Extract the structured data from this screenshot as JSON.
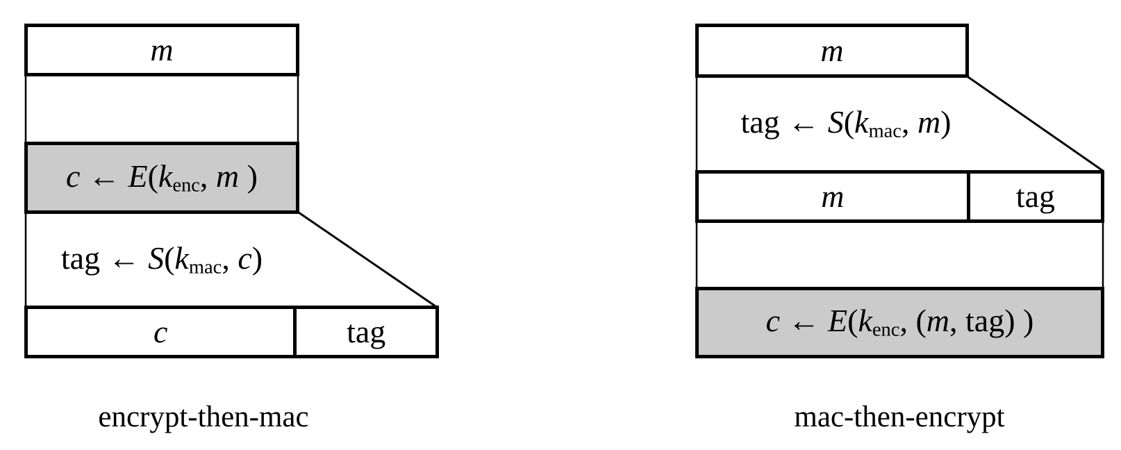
{
  "colors": {
    "shaded-fill": "#cbcbcb",
    "line-color": "#000000",
    "background": "#ffffff",
    "text-color": "#000000"
  },
  "etm": {
    "caption": "encrypt-then-mac",
    "message_label": [
      {
        "t": "m",
        "i": true
      }
    ],
    "encrypt_formula": [
      {
        "t": "c",
        "i": true
      },
      {
        "t": " ← "
      },
      {
        "t": "E",
        "i": true
      },
      {
        "t": "("
      },
      {
        "t": "k",
        "i": true
      },
      {
        "t": "enc",
        "sub": true
      },
      {
        "t": ", "
      },
      {
        "t": "m",
        "i": true
      },
      {
        "t": " )"
      }
    ],
    "mac_formula": [
      {
        "t": "tag ← "
      },
      {
        "t": "S",
        "i": true
      },
      {
        "t": "("
      },
      {
        "t": "k",
        "i": true
      },
      {
        "t": "mac",
        "sub": true
      },
      {
        "t": ", "
      },
      {
        "t": "c",
        "i": true
      },
      {
        "t": ")"
      }
    ],
    "output_ciphertext_label": [
      {
        "t": "c",
        "i": true
      }
    ],
    "output_tag_label": [
      {
        "t": "tag"
      }
    ]
  },
  "mte": {
    "caption": "mac-then-encrypt",
    "message_label": [
      {
        "t": "m",
        "i": true
      }
    ],
    "mac_formula": [
      {
        "t": "tag ← "
      },
      {
        "t": "S",
        "i": true
      },
      {
        "t": "("
      },
      {
        "t": "k",
        "i": true
      },
      {
        "t": "mac",
        "sub": true
      },
      {
        "t": ", "
      },
      {
        "t": "m",
        "i": true
      },
      {
        "t": ")"
      }
    ],
    "mid_message_label": [
      {
        "t": "m",
        "i": true
      }
    ],
    "mid_tag_label": [
      {
        "t": "tag"
      }
    ],
    "encrypt_formula": [
      {
        "t": "c",
        "i": true
      },
      {
        "t": " ← "
      },
      {
        "t": "E",
        "i": true
      },
      {
        "t": "("
      },
      {
        "t": "k",
        "i": true
      },
      {
        "t": "enc",
        "sub": true
      },
      {
        "t": ",  ("
      },
      {
        "t": "m",
        "i": true
      },
      {
        "t": ", tag) )"
      }
    ]
  }
}
